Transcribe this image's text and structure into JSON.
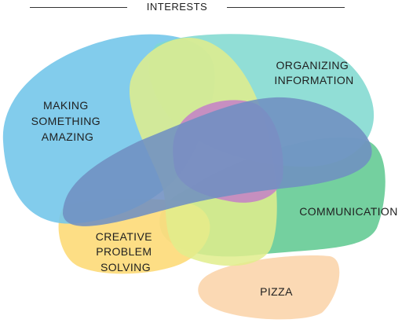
{
  "header": {
    "title": "INTERESTS"
  },
  "regions": [
    {
      "id": "making",
      "lines": [
        "MAKING",
        "SOMETHING",
        "AMAZING"
      ],
      "color": "#74c7ea"
    },
    {
      "id": "organizing",
      "lines": [
        "ORGANIZING",
        "INFORMATION"
      ],
      "color": "#7ed8cf"
    },
    {
      "id": "communication",
      "lines": [
        "COMMUNICATION"
      ],
      "color": "#6dcd9a"
    },
    {
      "id": "creative",
      "lines": [
        "CREATIVE",
        "PROBLEM",
        "SOLVING"
      ],
      "color": "#fddc7e"
    },
    {
      "id": "pizza",
      "lines": [
        "PIZZA"
      ],
      "color": "#fbd9b4"
    },
    {
      "id": "yellow-green",
      "lines": [],
      "color": "#e1ed8c"
    },
    {
      "id": "magenta",
      "lines": [],
      "color": "#c47fc8"
    },
    {
      "id": "slate-blue",
      "lines": [],
      "color": "#6f8fc2"
    }
  ]
}
